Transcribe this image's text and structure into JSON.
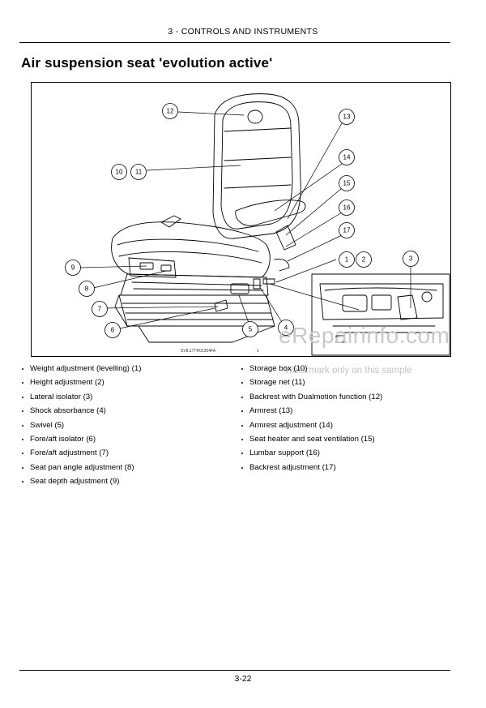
{
  "header": {
    "chapter": "3 - CONTROLS AND INSTRUMENTS"
  },
  "section": {
    "title": "Air suspension seat 'evolution active'"
  },
  "figure": {
    "code": "SVIL17TR01354FA",
    "number": "1",
    "callouts": [
      "1",
      "2",
      "3",
      "4",
      "5",
      "6",
      "7",
      "8",
      "9",
      "10",
      "11",
      "12",
      "13",
      "14",
      "15",
      "16",
      "17"
    ]
  },
  "watermark": {
    "brand": "eRepairinfo.com",
    "notice": "Watermark only on this sample"
  },
  "items_left": [
    "Weight adjustment (levelling) (1)",
    "Height adjustment (2)",
    "Lateral isolator (3)",
    "Shock absorbance (4)",
    "Swivel (5)",
    "Fore/aft isolator (6)",
    "Fore/aft adjustment (7)",
    "Seat pan angle adjustment (8)",
    "Seat depth adjustment (9)"
  ],
  "items_right": [
    "Storage box (10)",
    "Storage net (11)",
    "Backrest with Dualmotion function (12)",
    "Armrest (13)",
    "Armrest adjustment (14)",
    "Seat heater and seat ventilation (15)",
    "Lumbar support (16)",
    "Backrest adjustment (17)"
  ],
  "footer": {
    "page": "3-22"
  }
}
